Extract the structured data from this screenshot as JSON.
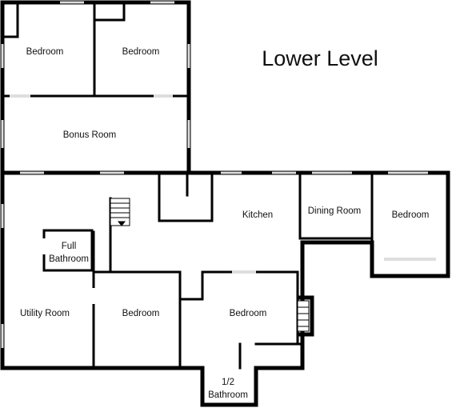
{
  "title": "Lower Level",
  "rooms": {
    "bedroom_nw": "Bedroom",
    "bedroom_n": "Bedroom",
    "bonus_room": "Bonus Room",
    "kitchen": "Kitchen",
    "dining_room": "Dining Room",
    "bedroom_e": "Bedroom",
    "full_bathroom_line1": "Full",
    "full_bathroom_line2": "Bathroom",
    "utility_room": "Utility Room",
    "bedroom_s": "Bedroom",
    "bedroom_se": "Bedroom",
    "half_bath_line1": "1/2",
    "half_bath_line2": "Bathroom"
  }
}
